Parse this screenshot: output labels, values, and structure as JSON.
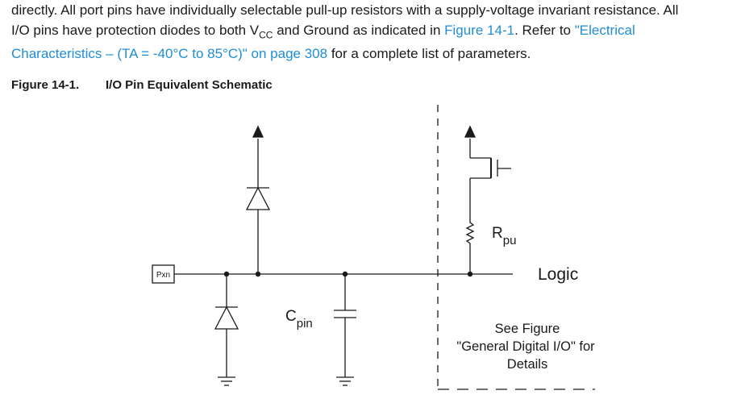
{
  "paragraph": {
    "line1": "directly. All port pins have individually selectable pull-up resistors with a supply-voltage invariant resistance. All",
    "line2_a": "I/O pins have protection diodes to both V",
    "line2_vcc_sub": "CC",
    "line2_b": " and Ground as indicated in ",
    "line2_link": "Figure 14-1",
    "line2_c": ". Refer to ",
    "line2_link2": "\"Electrical",
    "line3_link": "Characteristics – (TA = -40°C to 85°C)\" on page 308",
    "line3_rest": " for a complete list of parameters."
  },
  "figure": {
    "number": "Figure 14-1.",
    "title": "I/O Pin Equivalent Schematic"
  },
  "schematic": {
    "pin_label": "Pxn",
    "cpin_main": "C",
    "cpin_sub": "pin",
    "rpu_main": "R",
    "rpu_sub": "pu",
    "logic_label": "Logic",
    "see_line1": "See Figure",
    "see_line2": "\"General Digital I/O\" for",
    "see_line3": "Details"
  },
  "colors": {
    "link": "#1f8dd6",
    "text": "#1a1a1a"
  }
}
